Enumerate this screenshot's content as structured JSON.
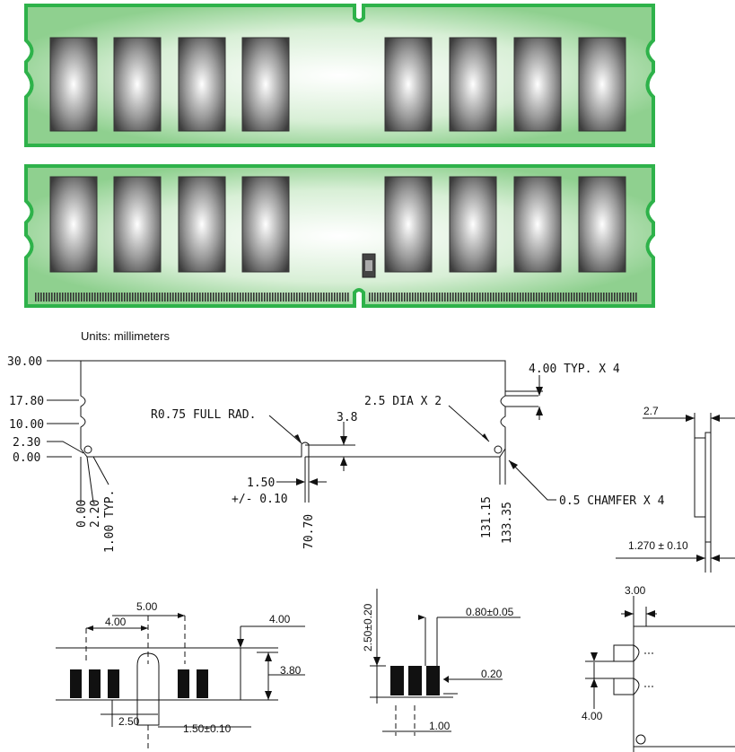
{
  "units_note": "Units: millimeters",
  "colors": {
    "pcb_green": "#2eb24a",
    "pcb_fill": "#e9f5e6",
    "chip_dark": "#3a3a3a",
    "line": "#111111"
  },
  "main_drawing": {
    "left_heights": [
      "30.00",
      "17.80",
      "10.00",
      "2.30",
      "0.00"
    ],
    "bottom_left": [
      "0.00",
      "2.20",
      "1.00 TYP."
    ],
    "notch_radius": "R0.75 FULL RAD.",
    "notch_height": "3.8",
    "notch_width": "1.50",
    "notch_tol": "+/- 0.10",
    "notch_pos": "70.70",
    "hole_dia": "2.5 DIA X 2",
    "typ_spacing": "4.00 TYP. X 4",
    "right_bottom": [
      "131.15",
      "133.35"
    ],
    "chamfer": "0.5 CHAMFER X 4"
  },
  "side_view": {
    "thickness_top": "2.7",
    "thickness_bottom": "1.270 ± 0.10"
  },
  "detail_a": {
    "d500": "5.00",
    "d400": "4.00",
    "d400b": "4.00",
    "d380": "3.80",
    "d250": "2.50",
    "d150": "1.50±0.10"
  },
  "detail_b": {
    "d250": "2.50±0.20",
    "d080": "0.80±0.05",
    "d020": "0.20",
    "d100": "1.00"
  },
  "detail_c": {
    "d300": "3.00",
    "d400": "4.00"
  }
}
